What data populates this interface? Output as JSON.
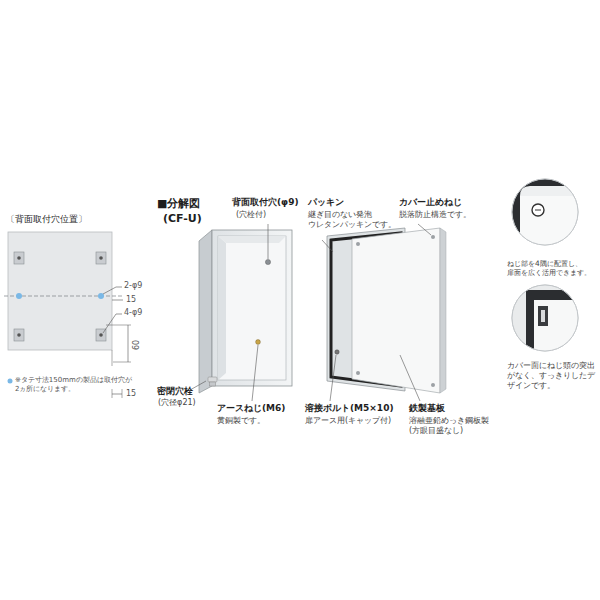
{
  "diagram": {
    "labels": [
      "〔背面取付穴位置〕",
      "2-φ9",
      "4-φ9",
      "15",
      "60",
      "15",
      "※タテ寸法150mmの製品は取付穴が 2ヵ所になります。",
      "■分解図",
      "(CF-U)",
      "背面取付穴(φ9)",
      "(穴栓付)",
      "パッキン",
      "継ぎ目のない発泡 ウレタンパッキンです。",
      "カバー止めねじ",
      "脱落防止構造です。",
      "密閉穴栓",
      "(穴径φ21)",
      "アースねじ(M6)",
      "黄銅製です。",
      "溶接ボルト(M5×10)",
      "扉アース用(キャップ付)",
      "鉄製基板",
      "溶融亜鉛めっき鋼板製 (方眼目盛なし)",
      "ねじ部を4隅に配置し、 扉面を広く活用できます。",
      "カバー面にねじ頭の突出 がなく、すっきりしたデ ザインです。"
    ]
  }
}
